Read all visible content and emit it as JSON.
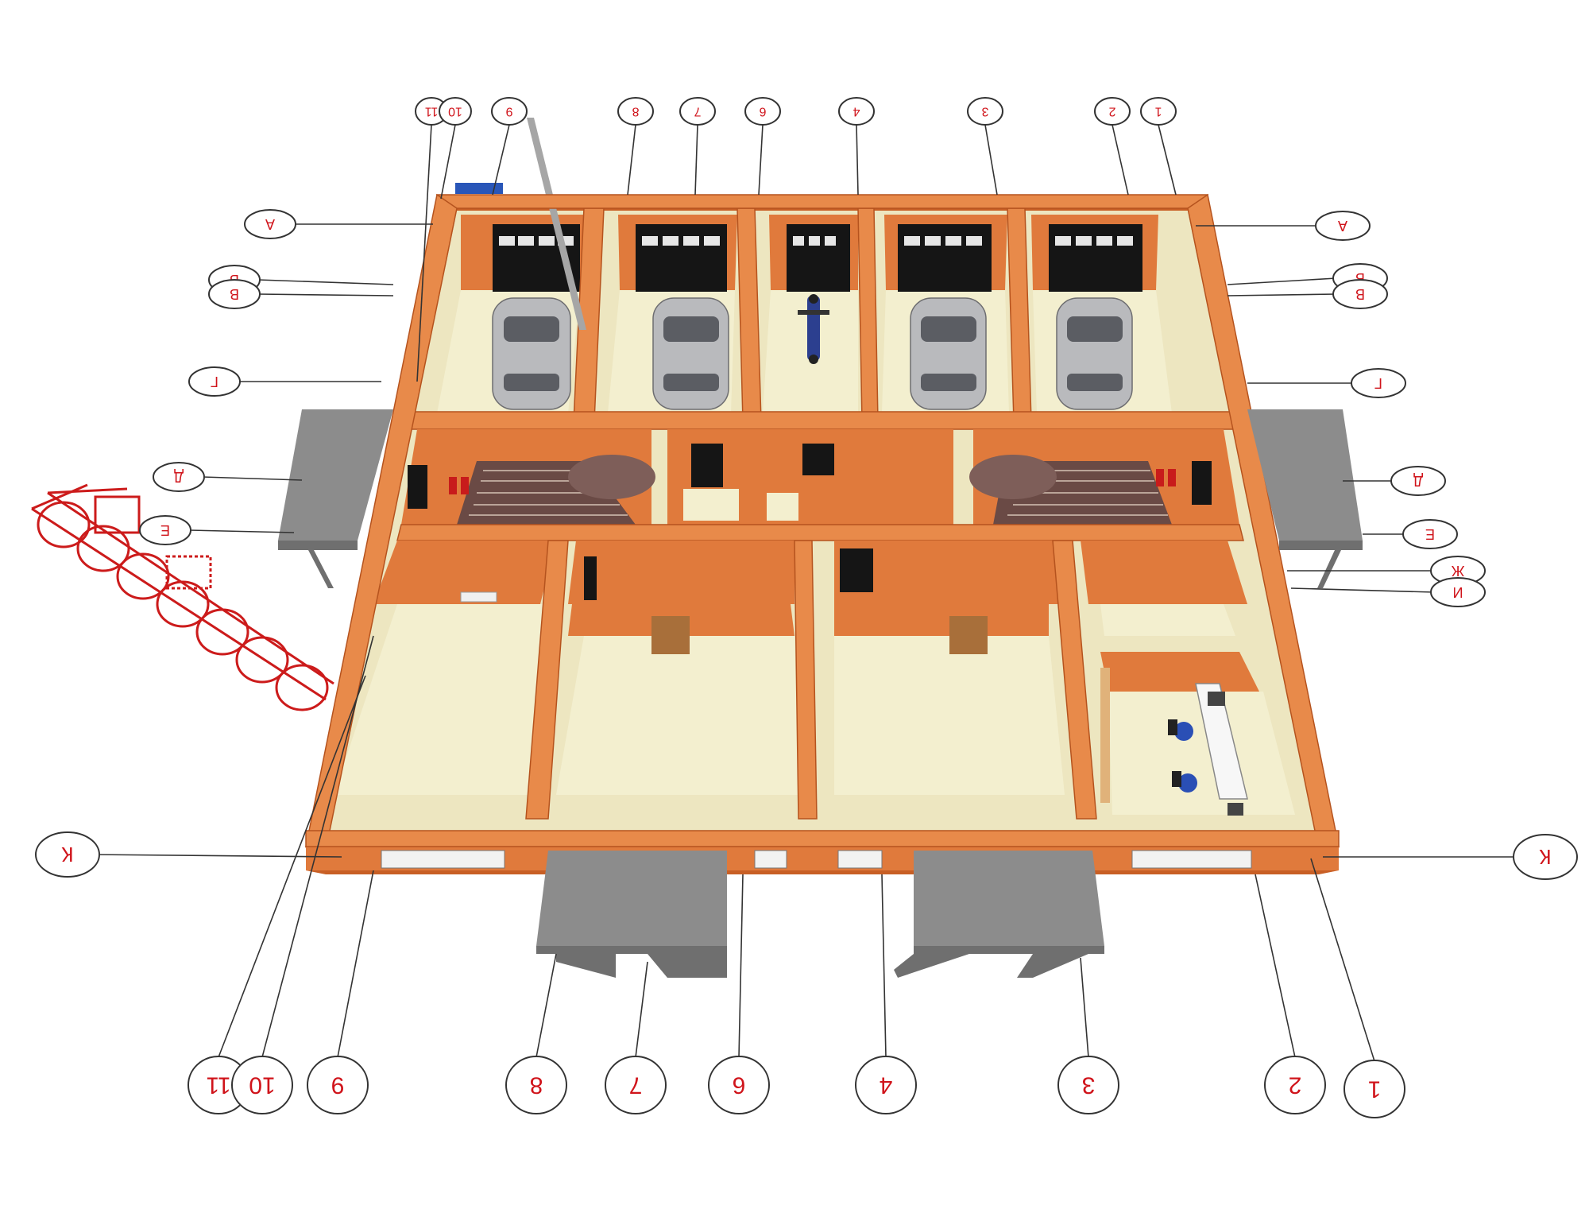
{
  "diagram": {
    "kind": "mirrored 3D isometric floor plan of garage building",
    "colors": {
      "axis_text": "#d0141b",
      "brick": "#e07a3c",
      "floor": "#f3efcf",
      "canopy": "#8c8c8c",
      "ladder": "#cc1b1b",
      "door": "#151515"
    },
    "top_axes": [
      "11",
      "10",
      "9",
      "8",
      "7",
      "6",
      "4",
      "3",
      "2",
      "1"
    ],
    "bottom_axes": [
      "11",
      "10",
      "9",
      "8",
      "7",
      "6",
      "4",
      "3",
      "2",
      "1"
    ],
    "left_axes": [
      "А",
      "Б",
      "В",
      "Г",
      "Д",
      "Е",
      "К"
    ],
    "right_axes": [
      "А",
      "Б",
      "В",
      "Г",
      "Д",
      "Е",
      "Ж",
      "И",
      "К"
    ],
    "objects": {
      "garage_bays": 5,
      "cars": 4,
      "motorcycles": 1,
      "staircases": 2,
      "fire_ladder": "fire-escape-ladder"
    }
  }
}
